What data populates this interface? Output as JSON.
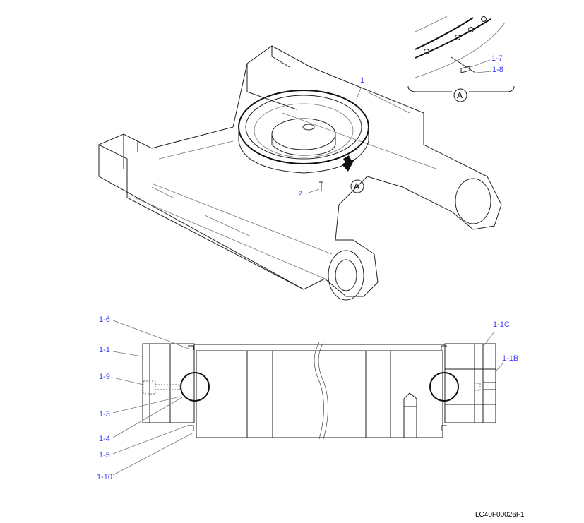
{
  "diagram": {
    "callouts": {
      "c1": "1",
      "c2": "2",
      "c1_7": "1-7",
      "c1_8": "1-8",
      "c1_6": "1-6",
      "c1_1": "1-1",
      "c1_9": "1-9",
      "c1_3": "1-3",
      "c1_4": "1-4",
      "c1_5": "1-5",
      "c1_10": "1-10",
      "c1_1C": "1-1C",
      "c1_1B": "1-1B"
    },
    "view_marker": "A",
    "detail_marker": "A",
    "drawing_code": "LC40F00026F1"
  }
}
